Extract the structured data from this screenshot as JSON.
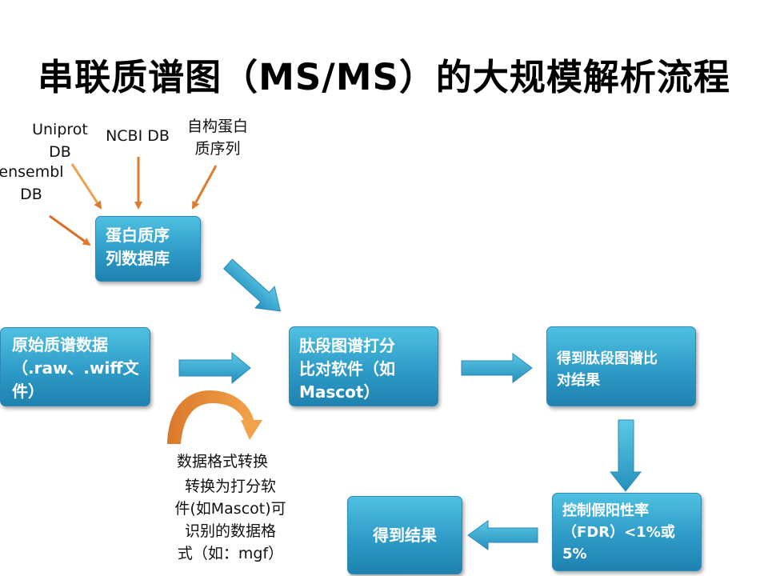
{
  "title": "串联质谱图（MS/MS）的大规模解析流程",
  "sources": {
    "uniprot": "Uniprot\nDB",
    "ncbi": "NCBI DB",
    "custom": "自构蛋白\n质序列",
    "ensembl": "ensembl\nDB"
  },
  "boxes": {
    "protein_db": "蛋白质序\n列数据库",
    "raw_data": "原始质谱数据\n（.raw、.wiff文\n件）",
    "scoring": "肽段图谱打分\n比对软件（如\nMascot）",
    "peptide_result": "得到肽段图谱比\n对结果",
    "fdr": "控制假阳性率\n（FDR）<1%或\n5%",
    "final": "得到结果"
  },
  "notes": {
    "convert_title": "数据格式转换",
    "convert_detail": "转换为打分软\n件(如Mascot)可\n识别的数据格\n式（如：mgf）"
  },
  "colors": {
    "box": "#2e9bc8",
    "orange_arrow": "#e07a2e",
    "blue_arrow": "#3aa8d0"
  }
}
